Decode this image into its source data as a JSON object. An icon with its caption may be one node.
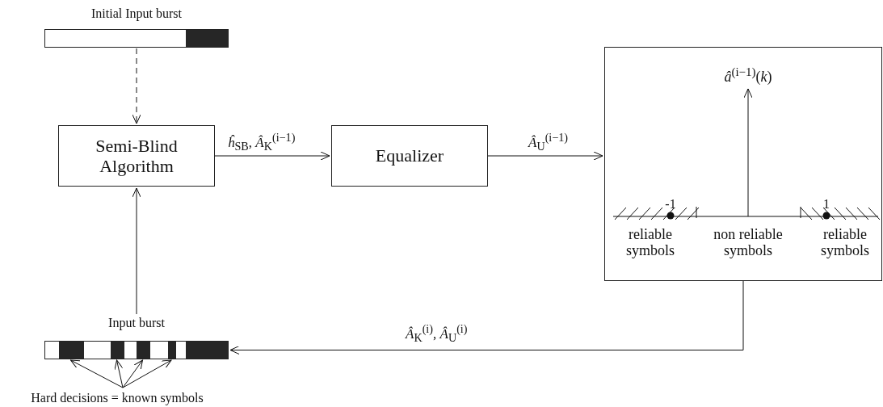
{
  "diagram": {
    "nodes": [
      {
        "text": [
          "Initial Input burst"
        ]
      },
      {
        "text": [
          "Semi-Blind Algorithm"
        ]
      },
      {
        "text": [
          "Equalizer"
        ]
      },
      {
        "text": [
          "*â*$^{(i−1)}$(*k*)",
          "-1",
          "1",
          "reliable symbols",
          "non reliable symbols",
          "reliable symbols"
        ]
      },
      {
        "text": [
          "Input burst"
        ]
      },
      {
        "text": [
          "Hard decisions = known symbols"
        ]
      },
      {
        "text": [],
        "shape": "bar",
        "in": 4
      },
      {
        "text": [],
        "shape": "bar",
        "in": 4
      },
      {
        "text": [],
        "shape": "bar",
        "in": 4
      },
      {
        "text": [],
        "shape": "bar",
        "in": 4
      },
      {
        "text": [],
        "shape": "bar",
        "in": 4
      }
    ],
    "edges": [
      {
        "from": 0,
        "to": 1,
        "arrow": "to",
        "style": "dashed"
      },
      {
        "from": 1,
        "to": 2,
        "arrow": "to",
        "label": "*ĥ*$_{SB}$, *Â*$_{K}$$^{(i−1)}$"
      },
      {
        "from": 2,
        "to": 3,
        "arrow": "to",
        "label": "*Â*$_{U}$$^{(i−1)}$"
      },
      {
        "from": 3,
        "to": 4,
        "arrow": "to",
        "label": "*Â*$_{K}$$^{(i)}$, *Â*$_{U}$$^{(i)}$"
      },
      {
        "from": 4,
        "to": 1,
        "arrow": "to"
      },
      {
        "from": 5,
        "to": 6,
        "arrow": "to"
      },
      {
        "from": 5,
        "to": 7,
        "arrow": "to"
      },
      {
        "from": 5,
        "to": 8,
        "arrow": "to"
      },
      {
        "from": 5,
        "to": 9,
        "arrow": "to"
      }
    ]
  }
}
